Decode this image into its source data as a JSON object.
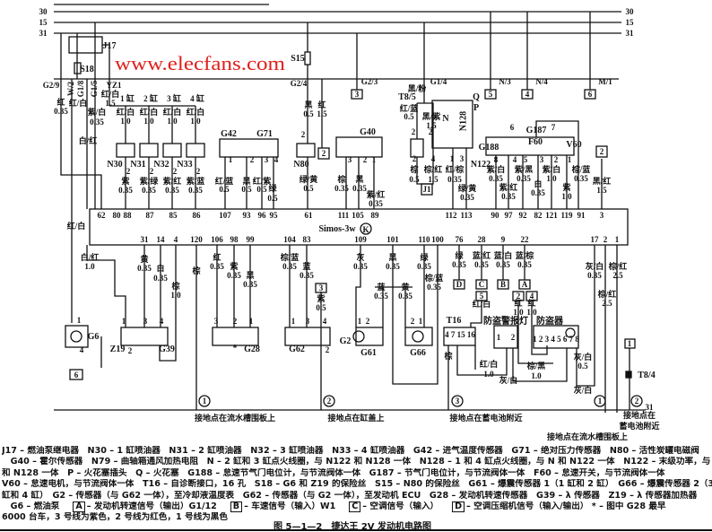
{
  "diagram": {
    "bus_labels": [
      "30",
      "15",
      "31"
    ],
    "ecu": {
      "name": "Simos-3w",
      "symbol": "K"
    },
    "ecu_top_pins": [
      "62",
      "80",
      "88",
      "87",
      "85",
      "86",
      "107",
      "93",
      "96",
      "95",
      "61",
      "111",
      "105",
      "89",
      "112",
      "113",
      "90",
      "97",
      "92",
      "82",
      "121",
      "119",
      "91",
      "3"
    ],
    "ecu_bottom_pins": [
      "31",
      "14",
      "4",
      "120",
      "106",
      "98",
      "99",
      "104",
      "83",
      "109",
      "101",
      "110",
      "100",
      "76",
      "28",
      "9",
      "22",
      "17",
      "2",
      "1"
    ],
    "components": [
      "J17",
      "S18",
      "S15",
      "N30",
      "N31",
      "N32",
      "N33",
      "G42",
      "G71",
      "N80",
      "G40",
      "G188",
      "N122",
      "G187",
      "F60",
      "V60",
      "G6",
      "Z19",
      "G39",
      "G28",
      "G62",
      "G2",
      "G61",
      "G66",
      "T16",
      "防盗警报灯",
      "防盗器",
      "N",
      "N128",
      "Q",
      "P",
      "T8/5",
      "T8/4",
      "*"
    ],
    "connectors": [
      "G2/9",
      "W/2",
      "G1/8",
      "G1/5",
      "YZ1",
      "G2/4",
      "G2/3",
      "G1/4",
      "N/3",
      "N/4",
      "M/1"
    ],
    "boxed_refs": [
      "3",
      "5",
      "4",
      "6",
      "2",
      "2",
      "6",
      "3",
      "D",
      "C",
      "B",
      "A",
      "5",
      "2",
      "4",
      "1",
      "J1"
    ],
    "cylinders": [
      "1 缸",
      "2 缸",
      "3 缸",
      "4 缸"
    ],
    "wire_labels": [
      "红",
      "0.35",
      "红/白",
      "红/白",
      "1.5",
      "紫/白",
      "0.35",
      "白/红",
      "红/白",
      "1.0",
      "红/白",
      "1.0",
      "红/白",
      "1.0",
      "红/白",
      "1.0",
      "紫",
      "0.35",
      "紫/绿",
      "0.35",
      "紫/红",
      "0.35",
      "紫/蓝",
      "0.35",
      "红/蓝",
      "0.5",
      "黑",
      "0.5",
      "红/紫",
      "0.5",
      "绿",
      "0.5",
      "黑",
      "0.5",
      "红",
      "1.5",
      "绿/黄",
      "0.5",
      "棕",
      "0.35",
      "黑",
      "0.35",
      "紫/红",
      "0.35",
      "黑/粉",
      "红/蓝",
      "0.5",
      "黑/紫",
      "1.5",
      "棕",
      "0.5",
      "棕/红",
      "1.5",
      "红/棕",
      "0.35",
      "绿/黄",
      "0.35",
      "紫/白",
      "0.35",
      "紫/红",
      "0.35",
      "紫/黑",
      "0.35",
      "白",
      "0.35",
      "紫/白",
      "1.0",
      "紫",
      "1.0",
      "棕/蓝",
      "0.35",
      "黑/红",
      "1.5",
      "红/白",
      "白/红",
      "1.0",
      "黄",
      "0.35",
      "白",
      "0.35",
      "棕",
      "1.0",
      "棕",
      "红",
      "0.35",
      "紫",
      "0.35",
      "黑",
      "0.35",
      "棕/蓝",
      "0.35",
      "蓝",
      "0.35",
      "紫",
      "0.5",
      "灰",
      "0.35",
      "黑",
      "0.35",
      "绿",
      "0.35",
      "棕/蓝",
      "0.35",
      "蓝",
      "0.35",
      "黄",
      "0.35",
      "绿",
      "0.35",
      "蓝/红",
      "0.35",
      "蓝/白",
      "0.35",
      "蓝/棕",
      "0.35",
      "红/白",
      "红",
      "1.0",
      "红",
      "1.0",
      "红/白",
      "1.0",
      "棕/黑",
      "1.0",
      "灰/白",
      "灰/白",
      "0.5",
      "灰/白",
      "棕",
      "灰/白",
      "0.35",
      "棕/红",
      "2.5",
      "棕/红",
      "2.5",
      "31"
    ],
    "component_pins": [
      "2",
      "2",
      "2",
      "2",
      "2",
      "1",
      "2",
      "3",
      "4",
      "2",
      "3",
      "2",
      "1",
      "2",
      "2",
      "4",
      "1",
      "3",
      "6",
      "7",
      "8",
      "4",
      "5",
      "3",
      "2",
      "1",
      "1",
      "4",
      "1",
      "3",
      "4",
      "2",
      "3",
      "2",
      "1",
      "1",
      "3",
      "4",
      "2",
      "1",
      "2",
      "2",
      "1",
      "4 7 15 16",
      "1",
      "2",
      "1 2 3 4 5 6 7 8"
    ],
    "ground_markers": [
      "1",
      "2",
      "3",
      "1",
      "2"
    ],
    "ground_notes": [
      "接地点在流水槽围板上",
      "接地点在缸盖上",
      "接地点在蓄电池附近",
      "接地点在",
      "蓄电池附近",
      "接地点在流水槽围板上"
    ],
    "watermark": "www.elecfans.com"
  },
  "legend": {
    "line1": "J17 – 燃油泵继电器　N30 – 1 缸喷油器　N31 – 2 缸喷油器　N32 – 3 缸喷油器　N33 – 4 缸喷油器　G42 – 进气温度传感器　G71 – 绝对压力传感器　N80 – 活性炭罐电磁阀",
    "line2": "　G40 – 霍尔传感器　N79 – 曲轴箱通风加热电阻　N – 2 缸和 3 缸点火线圈，与 N122 和 N128 一体　N128 – 1 和 4 缸点火线圈，与 N 和 N122 一体　N122 – 末级功率，与 N",
    "line3": "和 N128 一体　P – 火花塞插头　Q – 火花塞　G188 – 怠速节气门电位计，与节流阀体一体　G187 – 节气门电位计，与节流阀体一体　F60 – 怠速开关，与节流阀体一体",
    "line4": "V60 – 怠速电机，与节流阀体一体　T16 – 自诊断接口，16 孔　S18 – G6 和 Z19 的保险丝　S15 – N80 的保险丝　G61 – 爆震传感器 1（1 缸和 2 缸）　G66 – 爆震传感器 2（3",
    "line5": "缸和 4 缸）　G2 – 传感器（与 G62 一体），至冷却液温度表　G62 – 传感器（与 G2 一体），至发动机 ECU　G28 – 发动机转速传感器　G39 – λ 传感器　Z19 – λ 传感器加热器",
    "line6": {
      "pre": "　G6 – 燃油泵",
      "items": [
        {
          "box": "A",
          "text": "– 发动机转速信号（输出）G1/12"
        },
        {
          "box": "B",
          "text": "– 车速信号（输入）W1"
        },
        {
          "box": "C",
          "text": "– 空调信号（输入）"
        },
        {
          "box": "D",
          "text": "– 空调压缩机信号（输入/输出）"
        }
      ],
      "post": "* – 图中 G28 最早"
    },
    "line7": "6000 台车，3 号线为紫色，2 号线为红色，1 号线为黑色"
  },
  "caption": "图 5—1—2　捷达王 2V 发动机电路图"
}
